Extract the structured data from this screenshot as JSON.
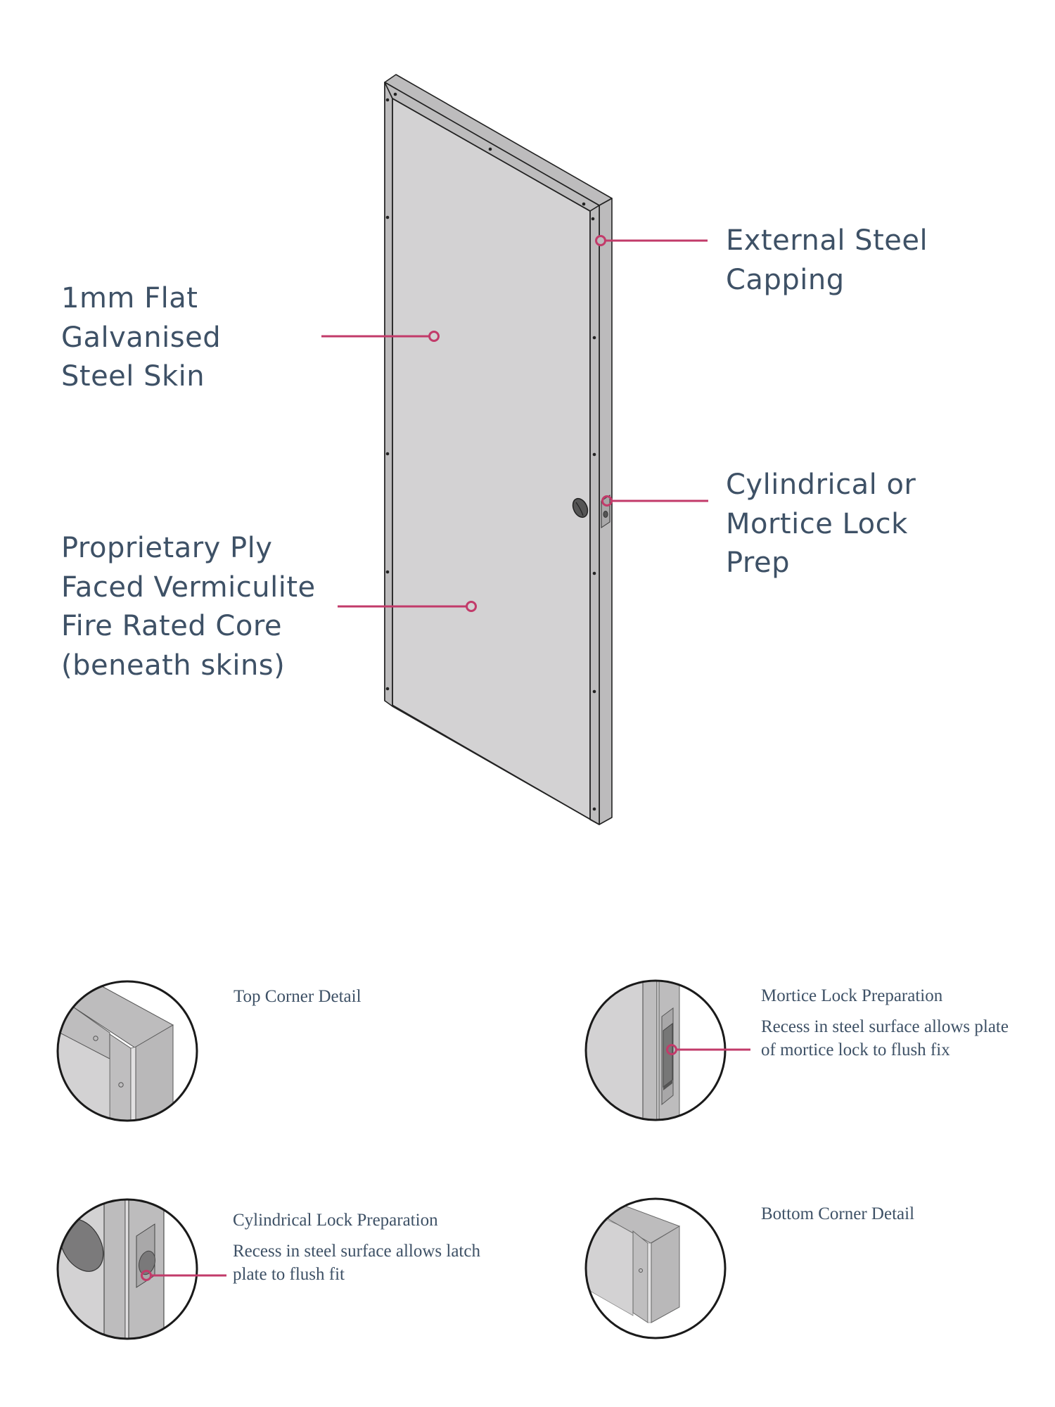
{
  "colors": {
    "accent": "#c23b6a",
    "text": "#3e5166",
    "door_face": "#d3d2d3",
    "door_edge": "#bcbbbc",
    "outline": "#222222"
  },
  "main_diagram": {
    "callouts": [
      {
        "id": "steel-skin",
        "lines": [
          "1mm Flat",
          "Galvanised",
          "Steel Skin"
        ]
      },
      {
        "id": "core",
        "lines": [
          "Proprietary Ply",
          "Faced Vermiculite",
          "Fire Rated Core",
          "(beneath skins)"
        ]
      },
      {
        "id": "capping",
        "lines": [
          "External Steel",
          "Capping"
        ]
      },
      {
        "id": "lock-prep",
        "lines": [
          "Cylindrical or",
          "Mortice Lock",
          "Prep"
        ]
      }
    ]
  },
  "details": [
    {
      "id": "top-corner",
      "title": "Top Corner Detail",
      "desc_lines": []
    },
    {
      "id": "mortice-lock",
      "title": "Mortice Lock Preparation",
      "desc_lines": [
        "Recess in steel surface allows plate",
        "of mortice lock to flush fix"
      ]
    },
    {
      "id": "cylindrical-lock",
      "title": "Cylindrical Lock Preparation",
      "desc_lines": [
        "Recess in steel surface allows latch",
        "plate to flush fit"
      ]
    },
    {
      "id": "bottom-corner",
      "title": "Bottom Corner Detail",
      "desc_lines": []
    }
  ]
}
